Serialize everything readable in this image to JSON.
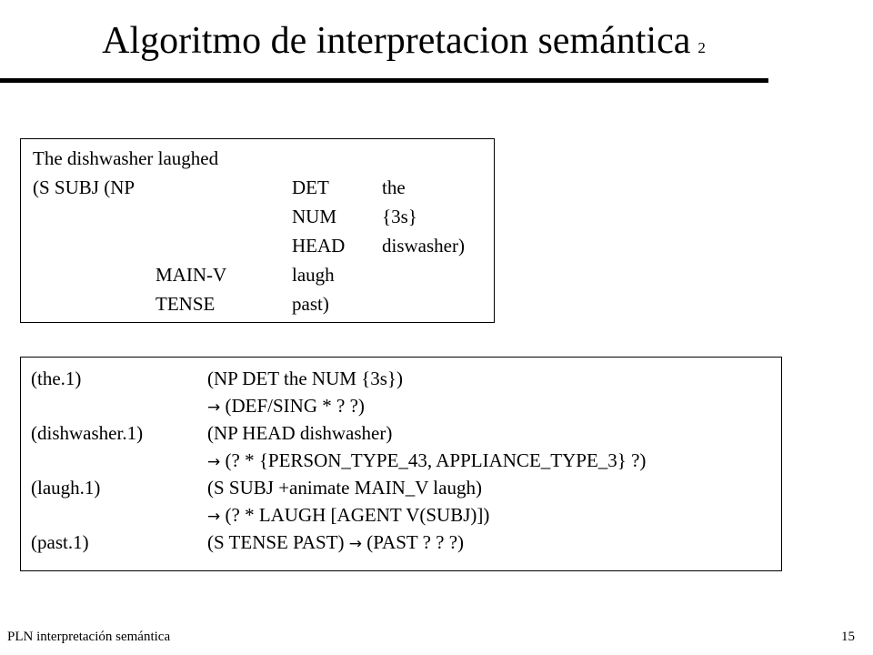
{
  "slide": {
    "title": "Algoritmo de interpretacion semántica",
    "title_subscript": "2",
    "footer_left": "PLN  interpretación semántica",
    "page_number": "15"
  },
  "parse_box": {
    "sentence": "The dishwasher laughed",
    "r1": {
      "c1": "(S  SUBJ  (NP",
      "c2": "DET",
      "c3": "the"
    },
    "r2": {
      "c2": "NUM",
      "c3": "{3s}"
    },
    "r3": {
      "c2": "HEAD",
      "c3": "diswasher)"
    },
    "r4": {
      "c1": "MAIN-V",
      "c2": "laugh"
    },
    "r5": {
      "c1": "TENSE",
      "c2": "past)"
    }
  },
  "rules_box": {
    "arrow_symbol": "→",
    "rows": [
      {
        "key": "(the.1)",
        "pattern": "(NP DET the NUM {3s})",
        "result": "(DEF/SING * ? ?)"
      },
      {
        "key": "(dishwasher.1)",
        "pattern": "(NP HEAD dishwasher)",
        "result": "(? * {PERSON_TYPE_43, APPLIANCE_TYPE_3} ?)"
      },
      {
        "key": "(laugh.1)",
        "pattern": "(S SUBJ +animate MAIN_V laugh)",
        "result": "(? * LAUGH [AGENT V(SUBJ)])"
      },
      {
        "key": "(past.1)",
        "pattern": "(S TENSE PAST)",
        "result": "(PAST ? ? ?)"
      }
    ]
  }
}
